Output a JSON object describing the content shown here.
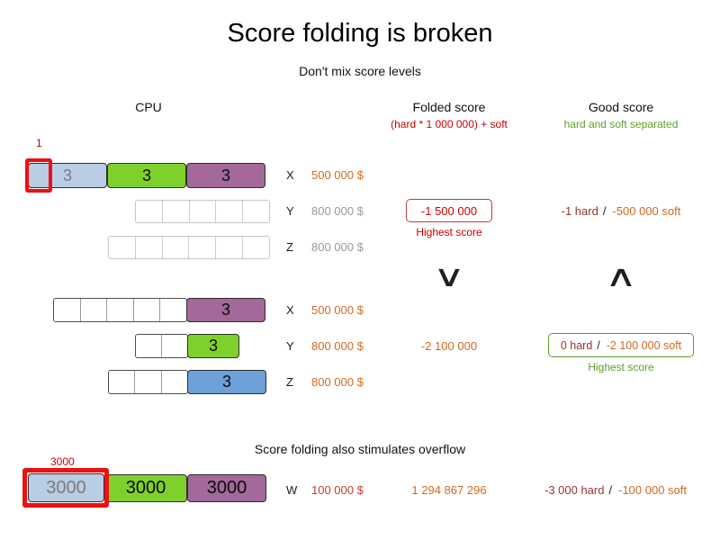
{
  "header": {
    "title": "Score folding is broken",
    "subtitle": "Don't mix score levels"
  },
  "columns": {
    "cpu": "CPU",
    "folded_title": "Folded score",
    "folded_formula": "(hard * 1 000 000) + soft",
    "good_title": "Good score",
    "good_formula": "hard and soft separated"
  },
  "scenario1": {
    "overflow_marker": "1",
    "rows": [
      {
        "label": "X",
        "cost": "500 000 $",
        "blocks": [
          "3",
          "3",
          "3"
        ]
      },
      {
        "label": "Y",
        "cost": "800 000 $"
      },
      {
        "label": "Z",
        "cost": "800 000 $"
      }
    ],
    "folded_score": "-1 500 000",
    "folded_caption": "Highest score",
    "good_hard": "-1 hard",
    "slash": "/",
    "good_soft": "-500 000 soft"
  },
  "comparison": {
    "folded_symbol": "∨",
    "good_symbol": "∧"
  },
  "scenario2": {
    "rows": [
      {
        "label": "X",
        "cost": "500 000 $",
        "block": "3"
      },
      {
        "label": "Y",
        "cost": "800 000 $",
        "block": "3"
      },
      {
        "label": "Z",
        "cost": "800 000 $",
        "block": "3"
      }
    ],
    "folded_score": "-2 100 000",
    "good_hard": "0 hard",
    "slash": "/",
    "good_soft": "-2 100 000 soft",
    "good_caption": "Highest score"
  },
  "overflow": {
    "subtitle": "Score folding also stimulates overflow",
    "overflow_marker": "3000",
    "row": {
      "label": "W",
      "cost": "100 000 $",
      "blocks": [
        "3000",
        "3000",
        "3000"
      ]
    },
    "folded_score": "1 294 867 296",
    "good_hard": "-3 000 hard",
    "slash": "/",
    "good_soft": "-100 000 soft"
  },
  "colors": {
    "accent_red": "#cc0000",
    "hard_score_red": "#993333",
    "soft_score_orange": "#d2691e",
    "good_green": "#5da028",
    "unused_gray": "#9a9a9a",
    "block_light_blue": "#b9cde4",
    "block_green": "#7fd02a",
    "block_purple": "#a2699a",
    "block_blue": "#6d9fd8",
    "overflow_highlight": "#ee0f0f"
  }
}
